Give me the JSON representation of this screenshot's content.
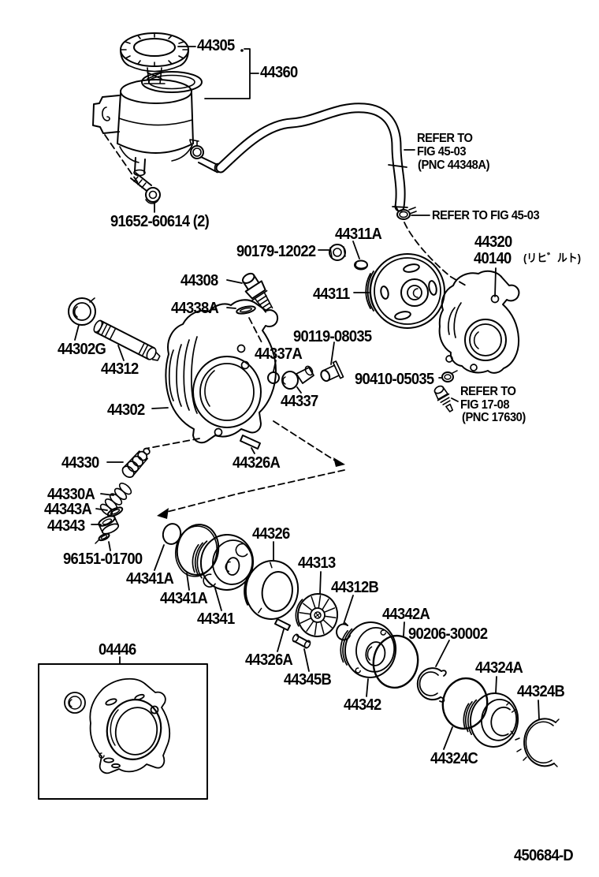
{
  "doc": {
    "type": "parts-exploded-diagram",
    "subject": "vane pump and reservoir (power steering)",
    "ink_color": "#000000",
    "paper_color": "#ffffff",
    "diagram_number": "450684-D"
  },
  "labels": {
    "l44305": {
      "text": "44305"
    },
    "l44360": {
      "text": "44360"
    },
    "lrefer1a": {
      "text": "REFER TO"
    },
    "lrefer1b": {
      "text": "FIG 45-03"
    },
    "lrefer1c": {
      "text": "(PNC 44348A)"
    },
    "lrefer2": {
      "text": "REFER TO FIG 45-03"
    },
    "l91652": {
      "text": "91652-60614 (2)"
    },
    "l44311a": {
      "text": "44311A"
    },
    "l90179": {
      "text": "90179-12022"
    },
    "l44320": {
      "text": "44320"
    },
    "l40140": {
      "text": "40140"
    },
    "lrebuilt": {
      "text": "(リヒ゛ルト)"
    },
    "l44308": {
      "text": "44308"
    },
    "l44311": {
      "text": "44311"
    },
    "l44338a": {
      "text": "44338A"
    },
    "l90119": {
      "text": "90119-08035"
    },
    "l44337a": {
      "text": "44337A"
    },
    "l44302g": {
      "text": "44302G"
    },
    "l44312": {
      "text": "44312"
    },
    "l90410": {
      "text": "90410-05035"
    },
    "lrefer3a": {
      "text": "REFER TO"
    },
    "lrefer3b": {
      "text": "FIG 17-08"
    },
    "lrefer3c": {
      "text": "(PNC 17630)"
    },
    "l44337": {
      "text": "44337"
    },
    "l44302": {
      "text": "44302"
    },
    "l44330": {
      "text": "44330"
    },
    "l44326a_1": {
      "text": "44326A"
    },
    "l44330a": {
      "text": "44330A"
    },
    "l44343a": {
      "text": "44343A"
    },
    "l44343": {
      "text": "44343"
    },
    "l96151": {
      "text": "96151-01700"
    },
    "l44326": {
      "text": "44326"
    },
    "l44341a_1": {
      "text": "44341A"
    },
    "l44341a_2": {
      "text": "44341A"
    },
    "l44313": {
      "text": "44313"
    },
    "l44341": {
      "text": "44341"
    },
    "l44312b": {
      "text": "44312B"
    },
    "l44342a": {
      "text": "44342A"
    },
    "l90206": {
      "text": "90206-30002"
    },
    "l04446": {
      "text": "04446"
    },
    "l44326a_2": {
      "text": "44326A"
    },
    "l44324a": {
      "text": "44324A"
    },
    "l44345b": {
      "text": "44345B"
    },
    "l44342": {
      "text": "44342"
    },
    "l44324b": {
      "text": "44324B"
    },
    "l44324c": {
      "text": "44324C"
    },
    "ldiagram": {
      "text": "450684-D"
    }
  }
}
